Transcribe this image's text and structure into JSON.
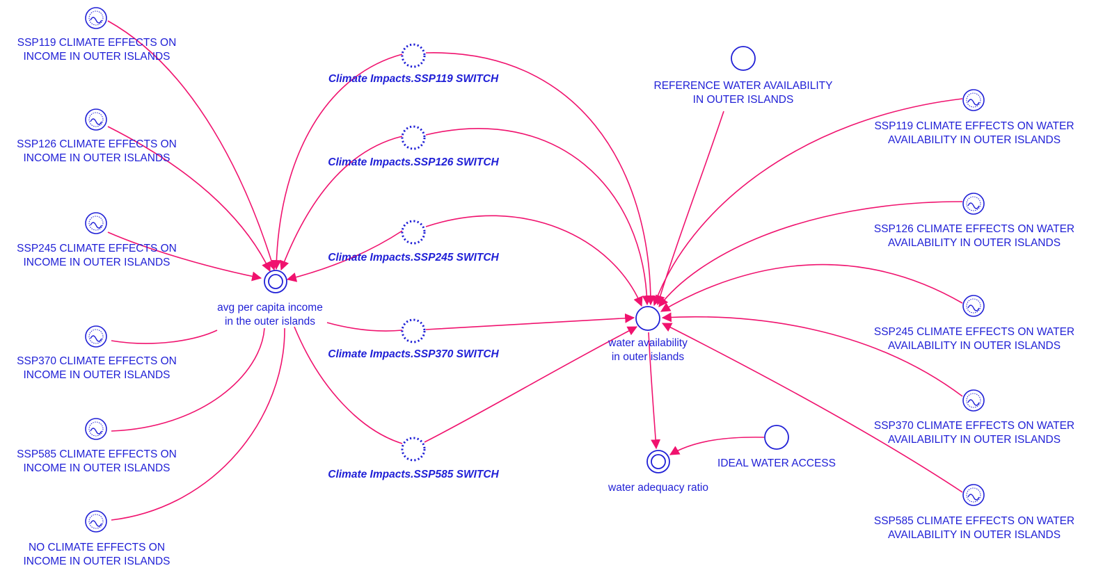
{
  "colors": {
    "node": "#1f1fd6",
    "link": "#f0126e",
    "background": "#ffffff"
  },
  "nodes": {
    "income_effects": [
      {
        "id": "ssp119_inc",
        "icon": "lookup-graph-icon",
        "label_lines": [
          "SSP119 CLIMATE EFFECTS ON",
          "INCOME IN OUTER ISLANDS"
        ]
      },
      {
        "id": "ssp126_inc",
        "icon": "lookup-graph-icon",
        "label_lines": [
          "SSP126 CLIMATE EFFECTS ON",
          "INCOME IN OUTER ISLANDS"
        ]
      },
      {
        "id": "ssp245_inc",
        "icon": "lookup-graph-icon",
        "label_lines": [
          "SSP245 CLIMATE EFFECTS ON",
          "INCOME IN OUTER ISLANDS"
        ]
      },
      {
        "id": "ssp370_inc",
        "icon": "lookup-graph-icon",
        "label_lines": [
          "SSP370 CLIMATE EFFECTS ON",
          "INCOME IN OUTER ISLANDS"
        ]
      },
      {
        "id": "ssp585_inc",
        "icon": "lookup-graph-icon",
        "label_lines": [
          "SSP585 CLIMATE EFFECTS ON",
          "INCOME IN OUTER ISLANDS"
        ]
      },
      {
        "id": "no_inc",
        "icon": "lookup-graph-icon",
        "label_lines": [
          "NO CLIMATE EFFECTS ON",
          "INCOME IN OUTER ISLANDS"
        ]
      }
    ],
    "switches": [
      {
        "id": "sw119",
        "icon": "shadow-variable-icon",
        "label": "Climate Impacts.SSP119 SWITCH"
      },
      {
        "id": "sw126",
        "icon": "shadow-variable-icon",
        "label": "Climate Impacts.SSP126 SWITCH"
      },
      {
        "id": "sw245",
        "icon": "shadow-variable-icon",
        "label": "Climate Impacts.SSP245 SWITCH"
      },
      {
        "id": "sw370",
        "icon": "shadow-variable-icon",
        "label": "Climate Impacts.SSP370 SWITCH"
      },
      {
        "id": "sw585",
        "icon": "shadow-variable-icon",
        "label": "Climate Impacts.SSP585 SWITCH"
      }
    ],
    "water_effects": [
      {
        "id": "ssp119_w",
        "icon": "lookup-graph-icon",
        "label_lines": [
          "SSP119 CLIMATE EFFECTS ON WATER",
          "AVAILABILITY IN OUTER ISLANDS"
        ]
      },
      {
        "id": "ssp126_w",
        "icon": "lookup-graph-icon",
        "label_lines": [
          "SSP126 CLIMATE EFFECTS ON WATER",
          "AVAILABILITY IN OUTER ISLANDS"
        ]
      },
      {
        "id": "ssp245_w",
        "icon": "lookup-graph-icon",
        "label_lines": [
          "SSP245 CLIMATE EFFECTS ON WATER",
          "AVAILABILITY IN OUTER ISLANDS"
        ]
      },
      {
        "id": "ssp370_w",
        "icon": "lookup-graph-icon",
        "label_lines": [
          "SSP370 CLIMATE EFFECTS ON WATER",
          "AVAILABILITY IN OUTER ISLANDS"
        ]
      },
      {
        "id": "ssp585_w",
        "icon": "lookup-graph-icon",
        "label_lines": [
          "SSP585 CLIMATE EFFECTS ON WATER",
          "AVAILABILITY IN OUTER ISLANDS"
        ]
      }
    ],
    "avg_income": {
      "id": "income",
      "icon": "auxiliary-double-circle-icon",
      "label_lines": [
        "avg per capita income",
        "in the outer islands"
      ]
    },
    "water_availability": {
      "id": "water",
      "icon": "auxiliary-circle-icon",
      "label_lines": [
        "water availability",
        "in outer islands"
      ]
    },
    "reference_water": {
      "id": "ref",
      "icon": "constant-circle-icon",
      "label_lines": [
        "REFERENCE WATER AVAILABILITY",
        "IN OUTER ISLANDS"
      ]
    },
    "water_adequacy": {
      "id": "adequacy",
      "icon": "auxiliary-double-circle-icon",
      "label_lines": [
        "water adequacy ratio"
      ]
    },
    "ideal_access": {
      "id": "ideal",
      "icon": "constant-circle-icon",
      "label_lines": [
        "IDEAL WATER ACCESS"
      ]
    }
  }
}
